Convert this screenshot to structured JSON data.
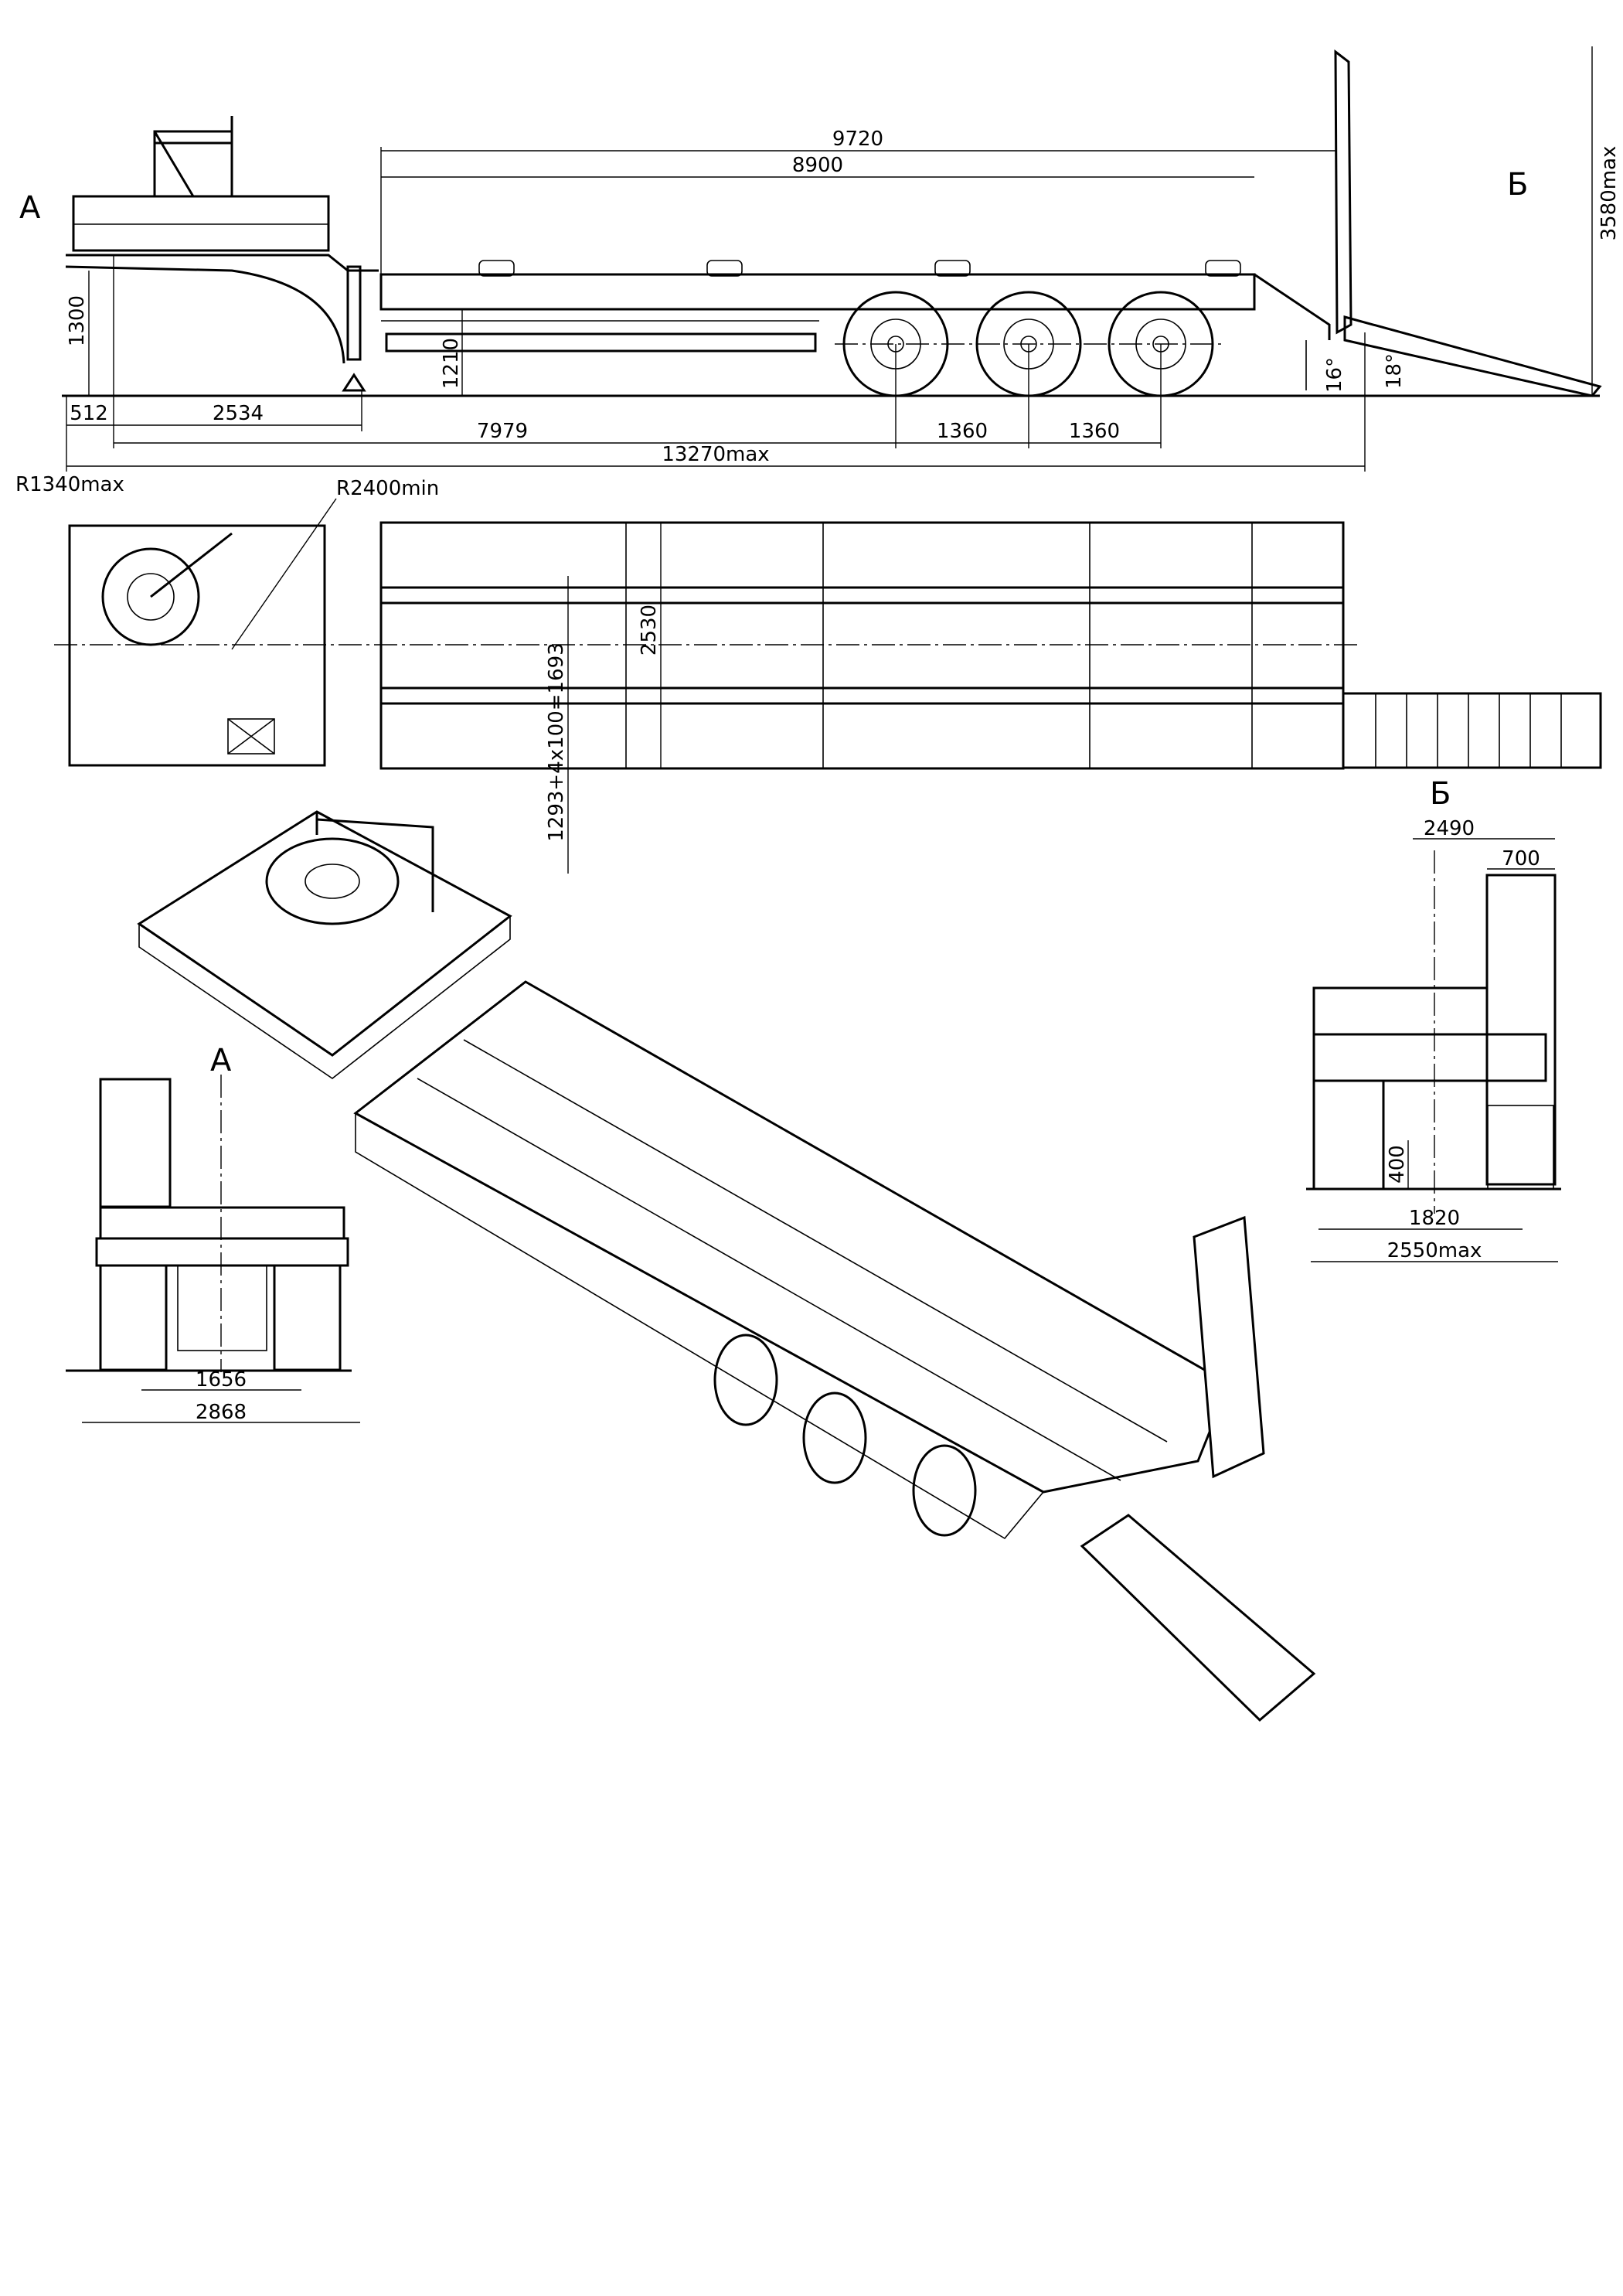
{
  "drawing": {
    "view_labels": {
      "view_a": "А",
      "view_b": "Б"
    },
    "side_view": {
      "dim_deck_total": "9720",
      "dim_deck_flat": "8900",
      "dim_overall_height": "3580max",
      "dim_coupling_height": "1300",
      "dim_deck_height": "1210",
      "dim_front_overhang": "512",
      "dim_kingpin_to_support": "2534",
      "dim_kingpin_to_axle1": "7979",
      "dim_axle_spacing_1": "1360",
      "dim_axle_spacing_2": "1360",
      "dim_overall_length": "13270max",
      "angle_departure": "16°",
      "angle_ramp": "18°"
    },
    "top_view": {
      "radius_front": "R1340max",
      "radius_turn": "R2400min",
      "dim_width": "2530",
      "dim_lashing": "1293+4x100=1693"
    },
    "view_a": {
      "dim_track": "1656",
      "dim_width_max": "2868"
    },
    "view_b": {
      "dim_ramp_span": "2490",
      "dim_ramp_width": "700",
      "dim_ramp_spacing": "1820",
      "dim_width_max": "2550max",
      "dim_ground_clearance": "400"
    }
  }
}
